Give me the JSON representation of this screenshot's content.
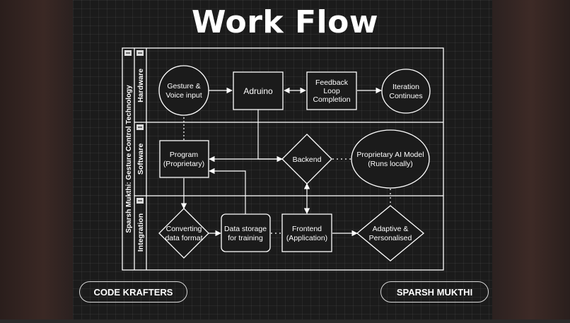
{
  "title": "Work Flow",
  "pool_label": "Sparsh Mukthi: Gesture Control Technology",
  "lanes": [
    "Hardware",
    "Software",
    "Integration"
  ],
  "nodes": {
    "gesture": [
      "Gesture &",
      "Voice input"
    ],
    "arduino": [
      "Adruino"
    ],
    "feedback": [
      "Feedback",
      "Loop",
      "Completion"
    ],
    "iteration": [
      "Iteration",
      "Continues"
    ],
    "program": [
      "Program",
      "(Proprietary)"
    ],
    "backend": [
      "Backend"
    ],
    "ai_model": [
      "Proprietary AI Model",
      "(Runs locally)"
    ],
    "converting": [
      "Converting",
      "data format"
    ],
    "storage": [
      "Data storage",
      "for training"
    ],
    "frontend": [
      "Frontend",
      "(Application)"
    ],
    "adaptive": [
      "Adaptive &",
      "Personalised"
    ]
  },
  "footer": {
    "left": "CODE KRAFTERS",
    "right": "SPARSH MUKTHI"
  },
  "colors": {
    "background": "#1b1b1b",
    "stroke": "#ffffff",
    "text": "#ffffff"
  }
}
